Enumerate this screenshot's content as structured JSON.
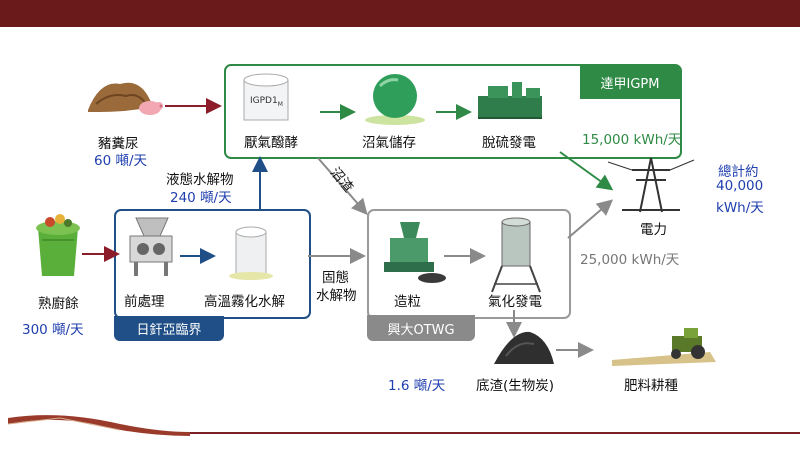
{
  "igpm": {
    "tag": "達甲IGPM",
    "tank_label": "IGPD1",
    "tank_label_sub": "M",
    "anaerobic": "厭氣醱酵",
    "biogas_storage": "沼氣儲存",
    "desulfurization": "脫硫發電",
    "output_kwh": "15,000 kWh/天",
    "color": "#2e8a45"
  },
  "pig": {
    "name": "豬糞尿",
    "amount": "60 噸/天"
  },
  "liquid": {
    "name": "液態水解物",
    "amount": "240 噸/天"
  },
  "residue_label": "沼渣",
  "power": {
    "label": "電力",
    "total_title": "總計約",
    "total_value": "40,000",
    "total_unit": "kWh/天"
  },
  "kitchen": {
    "name": "熟廚餘",
    "amount": "300 噸/天"
  },
  "rixin": {
    "tag": "日釬亞臨界",
    "pretreat": "前處理",
    "hydrolysis": "高溫霧化水解",
    "color": "#1f4f86"
  },
  "solid": {
    "line1": "固態",
    "line2": "水解物"
  },
  "otwg": {
    "tag": "興大OTWG",
    "granulation": "造粒",
    "gasification": "氣化發電",
    "output_kwh": "25,000 kWh/天",
    "color": "#8a8a8a"
  },
  "biochar": {
    "amount": "1.6 噸/天",
    "name": "底渣(生物炭)",
    "use": "肥料耕種"
  }
}
